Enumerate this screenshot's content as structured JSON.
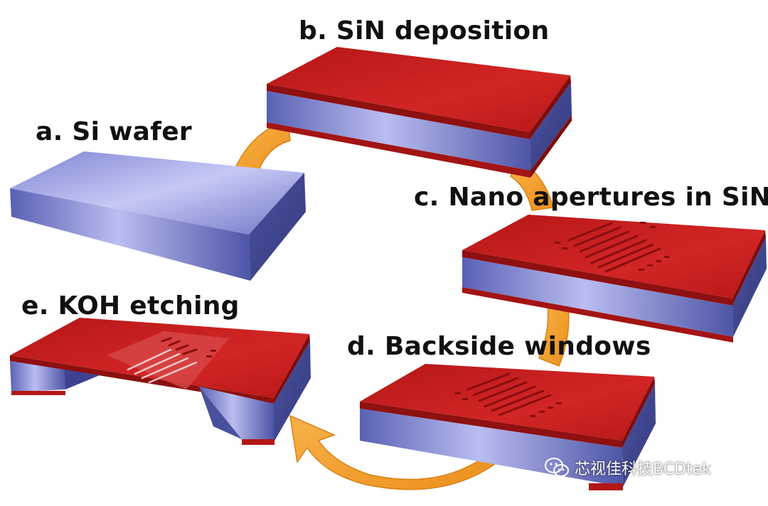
{
  "steps": {
    "a": "a. Si wafer",
    "b": "b. SiN deposition",
    "c": "c. Nano apertures in SiN",
    "d": "d. Backside windows",
    "e": "e. KOH etching"
  },
  "watermark": {
    "text": "芯视佳科技BCDtek",
    "icon": "wechat-icon"
  },
  "colors": {
    "silicon": "#6d74c4",
    "silicon_light": "#b3b8ee",
    "nitride": "#c51d1d",
    "nitride_dark": "#9a1414",
    "arrow": "#f5a432"
  }
}
